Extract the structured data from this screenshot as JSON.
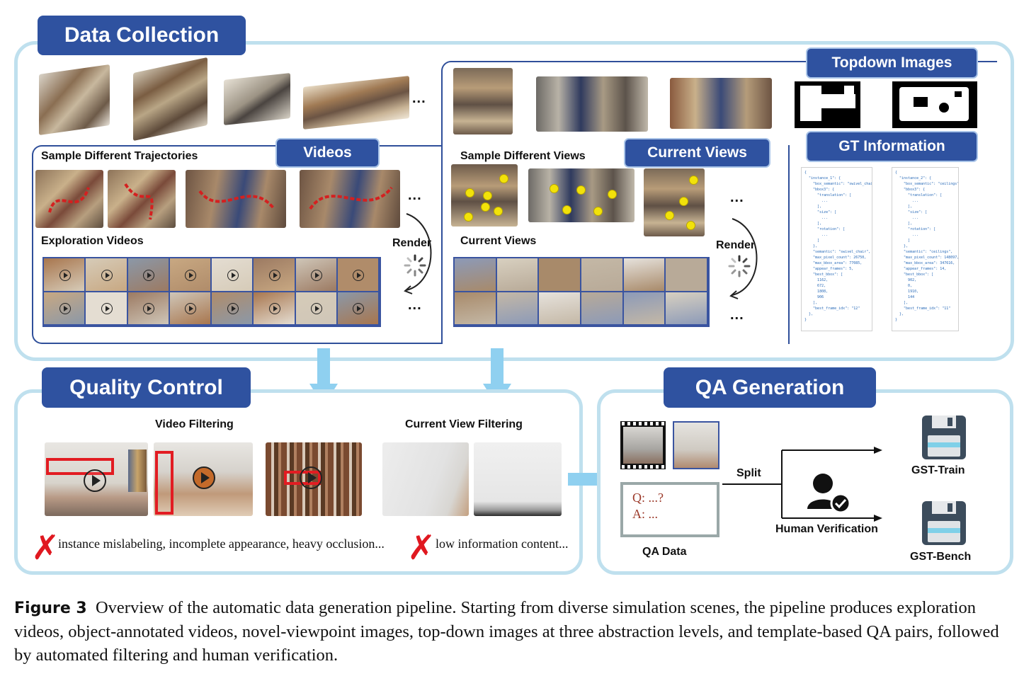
{
  "sections": {
    "data_collection": "Data Collection",
    "quality_control": "Quality Control",
    "qa_generation": "QA Generation"
  },
  "tabs": {
    "topdown": "Topdown Images",
    "gt_info": "GT Information",
    "videos": "Videos",
    "current_views": "Current Views"
  },
  "labels": {
    "sample_traj": "Sample Different Trajectories",
    "exploration_videos": "Exploration Videos",
    "render_left": "Render",
    "sample_views": "Sample Different Views",
    "current_views": "Current Views",
    "render_right": "Render",
    "video_filtering": "Video Filtering",
    "current_view_filtering": "Current View Filtering",
    "fail_video": "instance mislabeling, incomplete appearance,  heavy occlusion...",
    "fail_view": "low information content...",
    "qa_q": "Q: ...?",
    "qa_a": "A: ...",
    "qa_data": "QA Data",
    "split": "Split",
    "human_verification": "Human Verification",
    "gst_train": "GST-Train",
    "gst_bench": "GST-Bench",
    "ellipsis": "..."
  },
  "gt_json": {
    "left": "{\n  \"instance_1\": {\n    \"box_semantic\": \"swivel_chair\",\n    \"bbox3\": {\n      \"translation\": [\n        ...\n      ],\n      \"size\": [\n        ...\n      ],\n      \"rotation\": [\n        ...\n      ]\n    },\n    \"semantic\": \"swivel_chair\",\n    \"max_pixel_count\": 26750,\n    \"max_bbox_area\": 77085,\n    \"appear_frames\": 5,\n    \"best_bbox\": [\n      1162,\n      672,\n      1808,\n      906\n    ],\n    \"best_frame_idx\": \"12\"\n  },\n}",
    "right": "{\n  \"instance_2\": {\n    \"box_semantic\": \"ceilings\",\n    \"bbox3\": {\n      \"translation\": [\n        ...\n      ],\n      \"size\": [\n        ...\n      ],\n      \"rotation\": [\n        ...\n      ]\n    },\n    \"semantic\": \"ceilings\",\n    \"max_pixel_count\": 148097,\n    \"max_bbox_area\": 347616,\n    \"appear_frames\": 14,\n    \"best_bbox\": [\n      902,\n      0,\n      1910,\n      144\n    ],\n    \"best_frame_idx\": \"11\"\n  },\n}"
  },
  "caption": {
    "figure": "Figure 3",
    "text": "Overview of the automatic data generation pipeline. Starting from diverse simulation scenes, the pipeline produces exploration videos, object-annotated videos, novel-viewpoint images, top-down images at three abstraction levels, and template-based QA pairs, followed by automated filtering and human verification."
  },
  "colors": {
    "panel_border": "#bfe0ee",
    "tab_blue": "#2f52a0",
    "inner_border": "#2f4f9a",
    "reject_red": "#e01820",
    "flow_arrow": "#8fd0f0"
  }
}
